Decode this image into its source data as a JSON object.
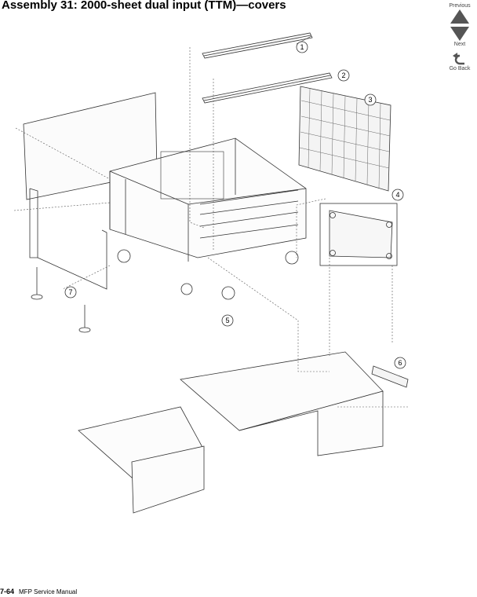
{
  "page": {
    "title": "Assembly 31:  2000-sheet dual input (TTM)—covers"
  },
  "nav": {
    "previous_label": "Previous",
    "next_label": "Next",
    "go_back_label": "Go Back",
    "arrow_color": "#555555"
  },
  "callouts": [
    "1",
    "2",
    "3",
    "4",
    "5",
    "6",
    "7"
  ],
  "footer": {
    "page_number": "7-64",
    "manual_title": "MFP Service Manual"
  }
}
